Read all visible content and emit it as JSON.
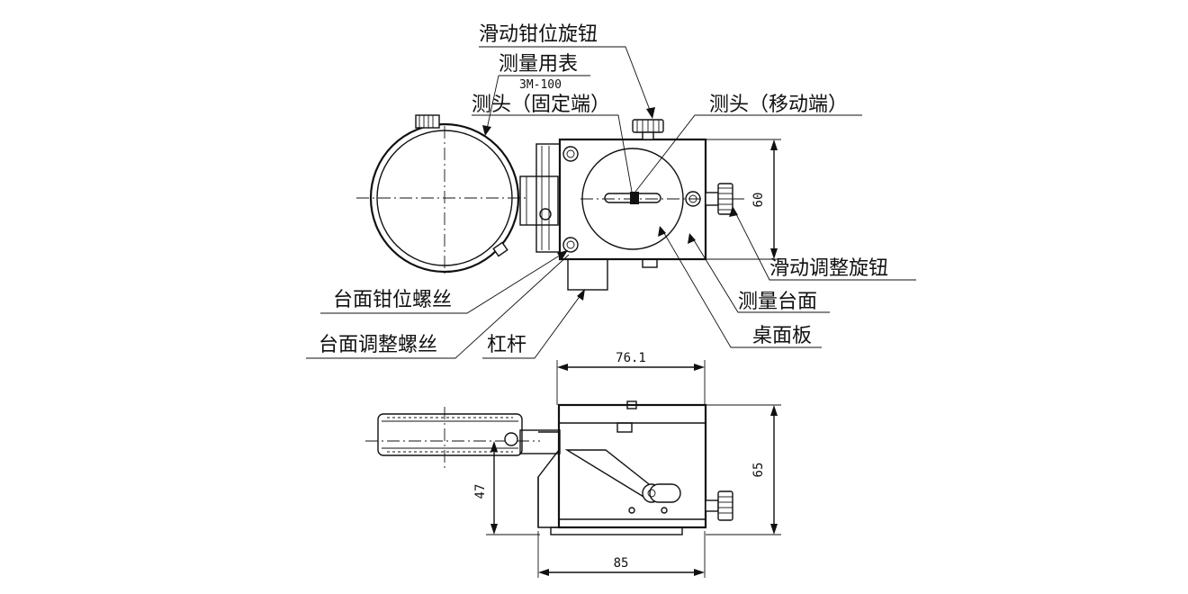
{
  "title": "滑动钳位测量台 外形尺寸图",
  "labels": {
    "slide_clamp_knob": "滑动钳位旋钮",
    "gauge": "测量用表",
    "gauge_model": "3M-100",
    "probe_fixed": "测头（固定端）",
    "probe_moving": "测头（移动端）",
    "slide_adjust_knob": "滑动调整旋钮",
    "measuring_table": "测量台面",
    "desk_plate": "桌面板",
    "table_clamp_screw": "台面钳位螺丝",
    "table_adjust_screw": "台面调整螺丝",
    "lever": "杠杆"
  },
  "dimensions": {
    "top_height": "60",
    "width_upper": "76.1",
    "height_side": "65",
    "height_center": "47",
    "width_base": "85"
  },
  "colors": {
    "line": "#111111",
    "background": "#ffffff"
  }
}
